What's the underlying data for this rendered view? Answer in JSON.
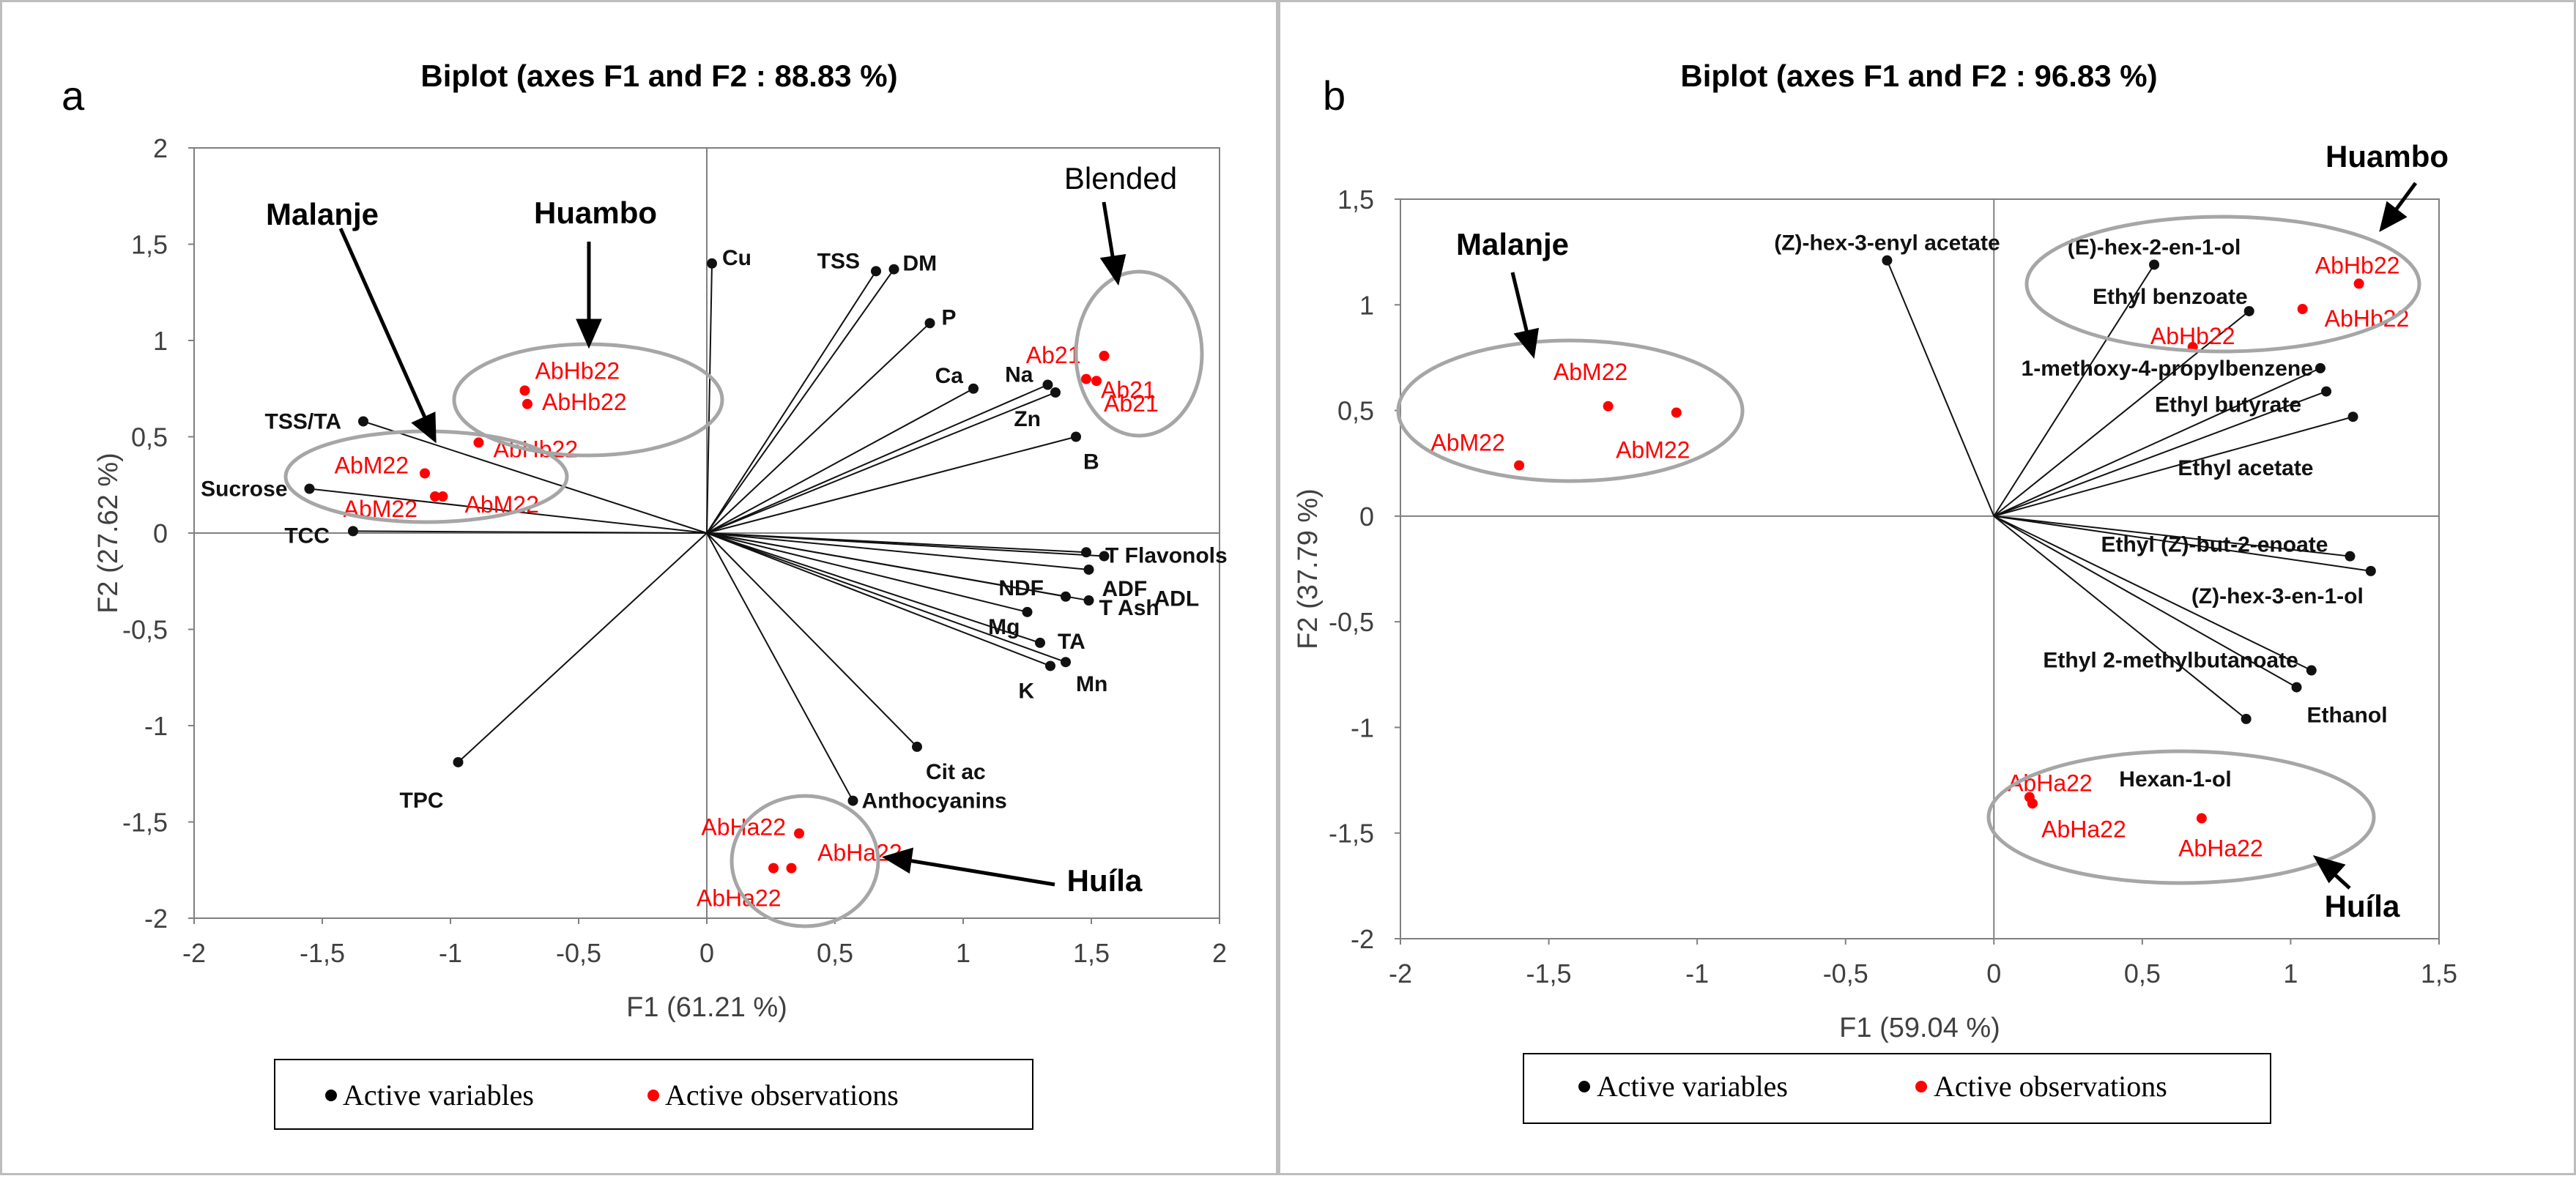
{
  "legend": {
    "active_variables": "Active variables",
    "active_observations": "Active observations"
  },
  "colors": {
    "variable": "#111111",
    "observation": "#ff0000",
    "ellipse": "#a6a6a6",
    "axis": "#808080",
    "frame": "#bdbdbd"
  },
  "chart_data": [
    {
      "type": "scatter",
      "panel_label": "a",
      "title": "Biplot (axes F1 and F2 : 88.83 %)",
      "xlabel": "F1 (61.21 %)",
      "ylabel": "F2 (27.62 %)",
      "xlim": [
        -2,
        2
      ],
      "ylim": [
        -2,
        2
      ],
      "xticks": [
        "-2",
        "-1,5",
        "-1",
        "-0,5",
        "0",
        "0,5",
        "1",
        "1,5",
        "2"
      ],
      "yticks": [
        "-2",
        "-1,5",
        "-1",
        "-0,5",
        "0",
        "0,5",
        "1",
        "1,5",
        "2"
      ],
      "grid": false,
      "legend_position": "bottom",
      "variables": [
        {
          "label": "Cu",
          "x": 0.02,
          "y": 1.4
        },
        {
          "label": "TSS",
          "x": 0.66,
          "y": 1.36
        },
        {
          "label": "DM",
          "x": 0.73,
          "y": 1.37
        },
        {
          "label": "P",
          "x": 0.87,
          "y": 1.09
        },
        {
          "label": "Ca",
          "x": 1.04,
          "y": 0.75
        },
        {
          "label": "Na",
          "x": 1.33,
          "y": 0.77
        },
        {
          "label": "Zn",
          "x": 1.36,
          "y": 0.73
        },
        {
          "label": "B",
          "x": 1.44,
          "y": 0.5
        },
        {
          "label": "T Flavonols",
          "x": 1.48,
          "y": -0.1
        },
        {
          "label": "ADL",
          "x": 1.55,
          "y": -0.12
        },
        {
          "label": "ADF",
          "x": 1.49,
          "y": -0.19
        },
        {
          "label": "NDF",
          "x": 1.4,
          "y": -0.33
        },
        {
          "label": "T Ash",
          "x": 1.49,
          "y": -0.35
        },
        {
          "label": "Mg",
          "x": 1.25,
          "y": -0.41
        },
        {
          "label": "TA",
          "x": 1.3,
          "y": -0.57
        },
        {
          "label": "K",
          "x": 1.34,
          "y": -0.69
        },
        {
          "label": "Mn",
          "x": 1.4,
          "y": -0.67
        },
        {
          "label": "Cit ac",
          "x": 0.82,
          "y": -1.11
        },
        {
          "label": "Anthocyanins",
          "x": 0.57,
          "y": -1.39
        },
        {
          "label": "TPC",
          "x": -0.97,
          "y": -1.19
        },
        {
          "label": "TCC",
          "x": -1.38,
          "y": 0.01
        },
        {
          "label": "Sucrose",
          "x": -1.55,
          "y": 0.23
        },
        {
          "label": "TSS/TA",
          "x": -1.34,
          "y": 0.58
        }
      ],
      "observations": [
        {
          "label": "AbHb22",
          "x": -0.71,
          "y": 0.74
        },
        {
          "label": "AbHb22",
          "x": -0.7,
          "y": 0.67
        },
        {
          "label": "AbHb22",
          "x": -0.89,
          "y": 0.47
        },
        {
          "label": "AbM22",
          "x": -1.1,
          "y": 0.31
        },
        {
          "label": "AbM22",
          "x": -1.06,
          "y": 0.19
        },
        {
          "label": "AbM22",
          "x": -1.03,
          "y": 0.19
        },
        {
          "label": "Ab21",
          "x": 1.55,
          "y": 0.92
        },
        {
          "label": "Ab21",
          "x": 1.48,
          "y": 0.8
        },
        {
          "label": "Ab21",
          "x": 1.52,
          "y": 0.79
        },
        {
          "label": "AbHa22",
          "x": 0.36,
          "y": -1.56
        },
        {
          "label": "AbHa22",
          "x": 0.26,
          "y": -1.74
        },
        {
          "label": "AbHa22",
          "x": 0.33,
          "y": -1.74
        }
      ],
      "group_labels": [
        "Malanje",
        "Huambo",
        "Blended",
        "Huíla"
      ]
    },
    {
      "type": "scatter",
      "panel_label": "b",
      "title": "Biplot (axes F1 and F2 : 96.83 %)",
      "xlabel": "F1 (59.04 %)",
      "ylabel": "F2 (37.79 %)",
      "xlim": [
        -2,
        1.5
      ],
      "ylim": [
        -2,
        1.5
      ],
      "xticks": [
        "-2",
        "-1,5",
        "-1",
        "-0,5",
        "0",
        "0,5",
        "1",
        "1,5"
      ],
      "yticks": [
        "-2",
        "-1,5",
        "-1",
        "-0,5",
        "0",
        "0,5",
        "1",
        "1,5"
      ],
      "grid": false,
      "legend_position": "bottom",
      "variables": [
        {
          "label": "(Z)-hex-3-enyl acetate",
          "x": -0.36,
          "y": 1.21
        },
        {
          "label": "(E)-hex-2-en-1-ol",
          "x": 0.54,
          "y": 1.19
        },
        {
          "label": "Ethyl benzoate",
          "x": 0.86,
          "y": 0.97
        },
        {
          "label": "1-methoxy-4-propylbenzene",
          "x": 1.1,
          "y": 0.7
        },
        {
          "label": "Ethyl butyrate",
          "x": 1.12,
          "y": 0.59
        },
        {
          "label": "Ethyl acetate",
          "x": 1.21,
          "y": 0.47
        },
        {
          "label": "Ethyl (Z)-but-2-enoate",
          "x": 1.2,
          "y": -0.19
        },
        {
          "label": "(Z)-hex-3-en-1-ol",
          "x": 1.27,
          "y": -0.26
        },
        {
          "label": "Ethyl 2-methylbutanoate",
          "x": 1.07,
          "y": -0.73
        },
        {
          "label": "Ethanol",
          "x": 1.02,
          "y": -0.81
        },
        {
          "label": "Hexan-1-ol",
          "x": 0.85,
          "y": -0.96
        }
      ],
      "observations": [
        {
          "label": "AbM22",
          "x": -1.3,
          "y": 0.52
        },
        {
          "label": "AbM22",
          "x": -1.07,
          "y": 0.49
        },
        {
          "label": "AbM22",
          "x": -1.6,
          "y": 0.24
        },
        {
          "label": "AbHb22",
          "x": 1.23,
          "y": 1.1
        },
        {
          "label": "AbHb22",
          "x": 1.04,
          "y": 0.98
        },
        {
          "label": "AbHb22",
          "x": 0.67,
          "y": 0.8
        },
        {
          "label": "AbHa22",
          "x": 0.12,
          "y": -1.33
        },
        {
          "label": "AbHa22",
          "x": 0.13,
          "y": -1.36
        },
        {
          "label": "AbHa22",
          "x": 0.7,
          "y": -1.43
        }
      ],
      "group_labels": [
        "Malanje",
        "Huambo",
        "Huíla"
      ]
    }
  ]
}
